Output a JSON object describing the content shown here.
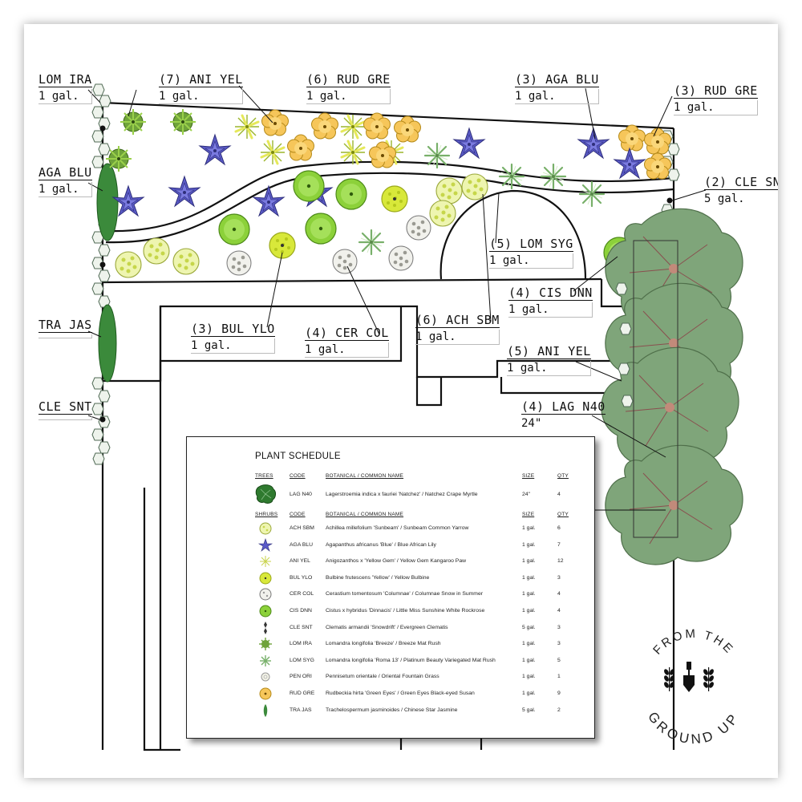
{
  "tags": [
    {
      "code": "LOM IRA",
      "size": "1 gal."
    },
    {
      "code": "(7) ANI YEL",
      "size": "1 gal."
    },
    {
      "code": "(6) RUD GRE",
      "size": "1 gal."
    },
    {
      "code": "(3) AGA BLU",
      "size": "1 gal."
    },
    {
      "code": "(3) RUD GRE",
      "size": "1 gal."
    },
    {
      "code": "AGA BLU",
      "size": "1 gal."
    },
    {
      "code": "(2) CLE SNT",
      "size": "5 gal."
    },
    {
      "code": "(5) LOM SYG",
      "size": "1 gal."
    },
    {
      "code": "(4) CIS DNN",
      "size": "1 gal."
    },
    {
      "code": "TRA JAS",
      "size": ""
    },
    {
      "code": "(3) BUL YLO",
      "size": "1 gal."
    },
    {
      "code": "(4) CER COL",
      "size": "1 gal."
    },
    {
      "code": "(6) ACH SBM",
      "size": "1 gal."
    },
    {
      "code": "(5) ANI YEL",
      "size": "1 gal."
    },
    {
      "code": "CLE SNT",
      "size": ""
    },
    {
      "code": "(4) LAG N40",
      "size": "24\""
    }
  ],
  "schedule": {
    "title": "PLANT SCHEDULE",
    "headers": {
      "trees": "TREES",
      "shrubs": "SHRUBS",
      "code": "CODE",
      "botanical": "BOTANICAL / COMMON NAME",
      "size": "SIZE",
      "qty": "QTY"
    },
    "trees": [
      {
        "icon": "tree-icon",
        "code": "LAG N40",
        "name": "Lagerstroemia indica x fauriei 'Natchez' / Natchez Crape Myrtle",
        "size": "24\"",
        "qty": "4"
      }
    ],
    "shrubs": [
      {
        "icon": "achillea-icon",
        "code": "ACH SBM",
        "name": "Achillea millefolium 'Sunbeam' / Sunbeam Common Yarrow",
        "size": "1 gal.",
        "qty": "6"
      },
      {
        "icon": "agapanthus-icon",
        "code": "AGA BLU",
        "name": "Agapanthus africanus 'Blue' / Blue African Lily",
        "size": "1 gal.",
        "qty": "7"
      },
      {
        "icon": "anigozanthos-icon",
        "code": "ANI YEL",
        "name": "Anigozanthos x 'Yellow Gem' / Yellow Gem Kangaroo Paw",
        "size": "1 gal.",
        "qty": "12"
      },
      {
        "icon": "bulbine-icon",
        "code": "BUL YLO",
        "name": "Bulbine frutescens 'Yellow' / Yellow Bulbine",
        "size": "1 gal.",
        "qty": "3"
      },
      {
        "icon": "cerastium-icon",
        "code": "CER COL",
        "name": "Cerastium tomentosum 'Columnae' / Columnae Snow in Summer",
        "size": "1 gal.",
        "qty": "4"
      },
      {
        "icon": "cistus-icon",
        "code": "CIS DNN",
        "name": "Cistus x hybridus 'Dinnacis' / Little Miss Sunshine White Rockrose",
        "size": "1 gal.",
        "qty": "4"
      },
      {
        "icon": "clematis-icon",
        "code": "CLE SNT",
        "name": "Clematis armandii 'Snowdrift' / Evergreen Clematis",
        "size": "5 gal.",
        "qty": "3"
      },
      {
        "icon": "lomandra-ira-icon",
        "code": "LOM IRA",
        "name": "Lomandra longifolia 'Breeze' / Breeze Mat Rush",
        "size": "1 gal.",
        "qty": "3"
      },
      {
        "icon": "lomandra-syg-icon",
        "code": "LOM SYG",
        "name": "Lomandra longifolia 'Roma 13' / Platinum Beauty Variegated Mat Rush",
        "size": "1 gal.",
        "qty": "5"
      },
      {
        "icon": "pennisetum-icon",
        "code": "PEN ORI",
        "name": "Pennisetum orientale / Oriental Fountain Grass",
        "size": "1 gal.",
        "qty": "1"
      },
      {
        "icon": "rudbeckia-icon",
        "code": "RUD GRE",
        "name": "Rudbeckia hirta 'Green Eyes' / Green Eyes Black-eyed Susan",
        "size": "1 gal.",
        "qty": "9"
      },
      {
        "icon": "trachelospermum-icon",
        "code": "TRA JAS",
        "name": "Trachelospermum jasminoides / Chinese Star Jasmine",
        "size": "5 gal.",
        "qty": "2"
      }
    ]
  },
  "logo": {
    "top": "FROM THE",
    "bottom": "GROUND UP"
  },
  "colors": {
    "agapanthus": "#5b5bc8",
    "rudbeckia": "#f6c65a",
    "bulbine": "#d8e83a",
    "cistus": "#8cd13a",
    "tree": "#7fa57a",
    "vine": "#7f9f8a",
    "grass": "#b9dcaa"
  }
}
